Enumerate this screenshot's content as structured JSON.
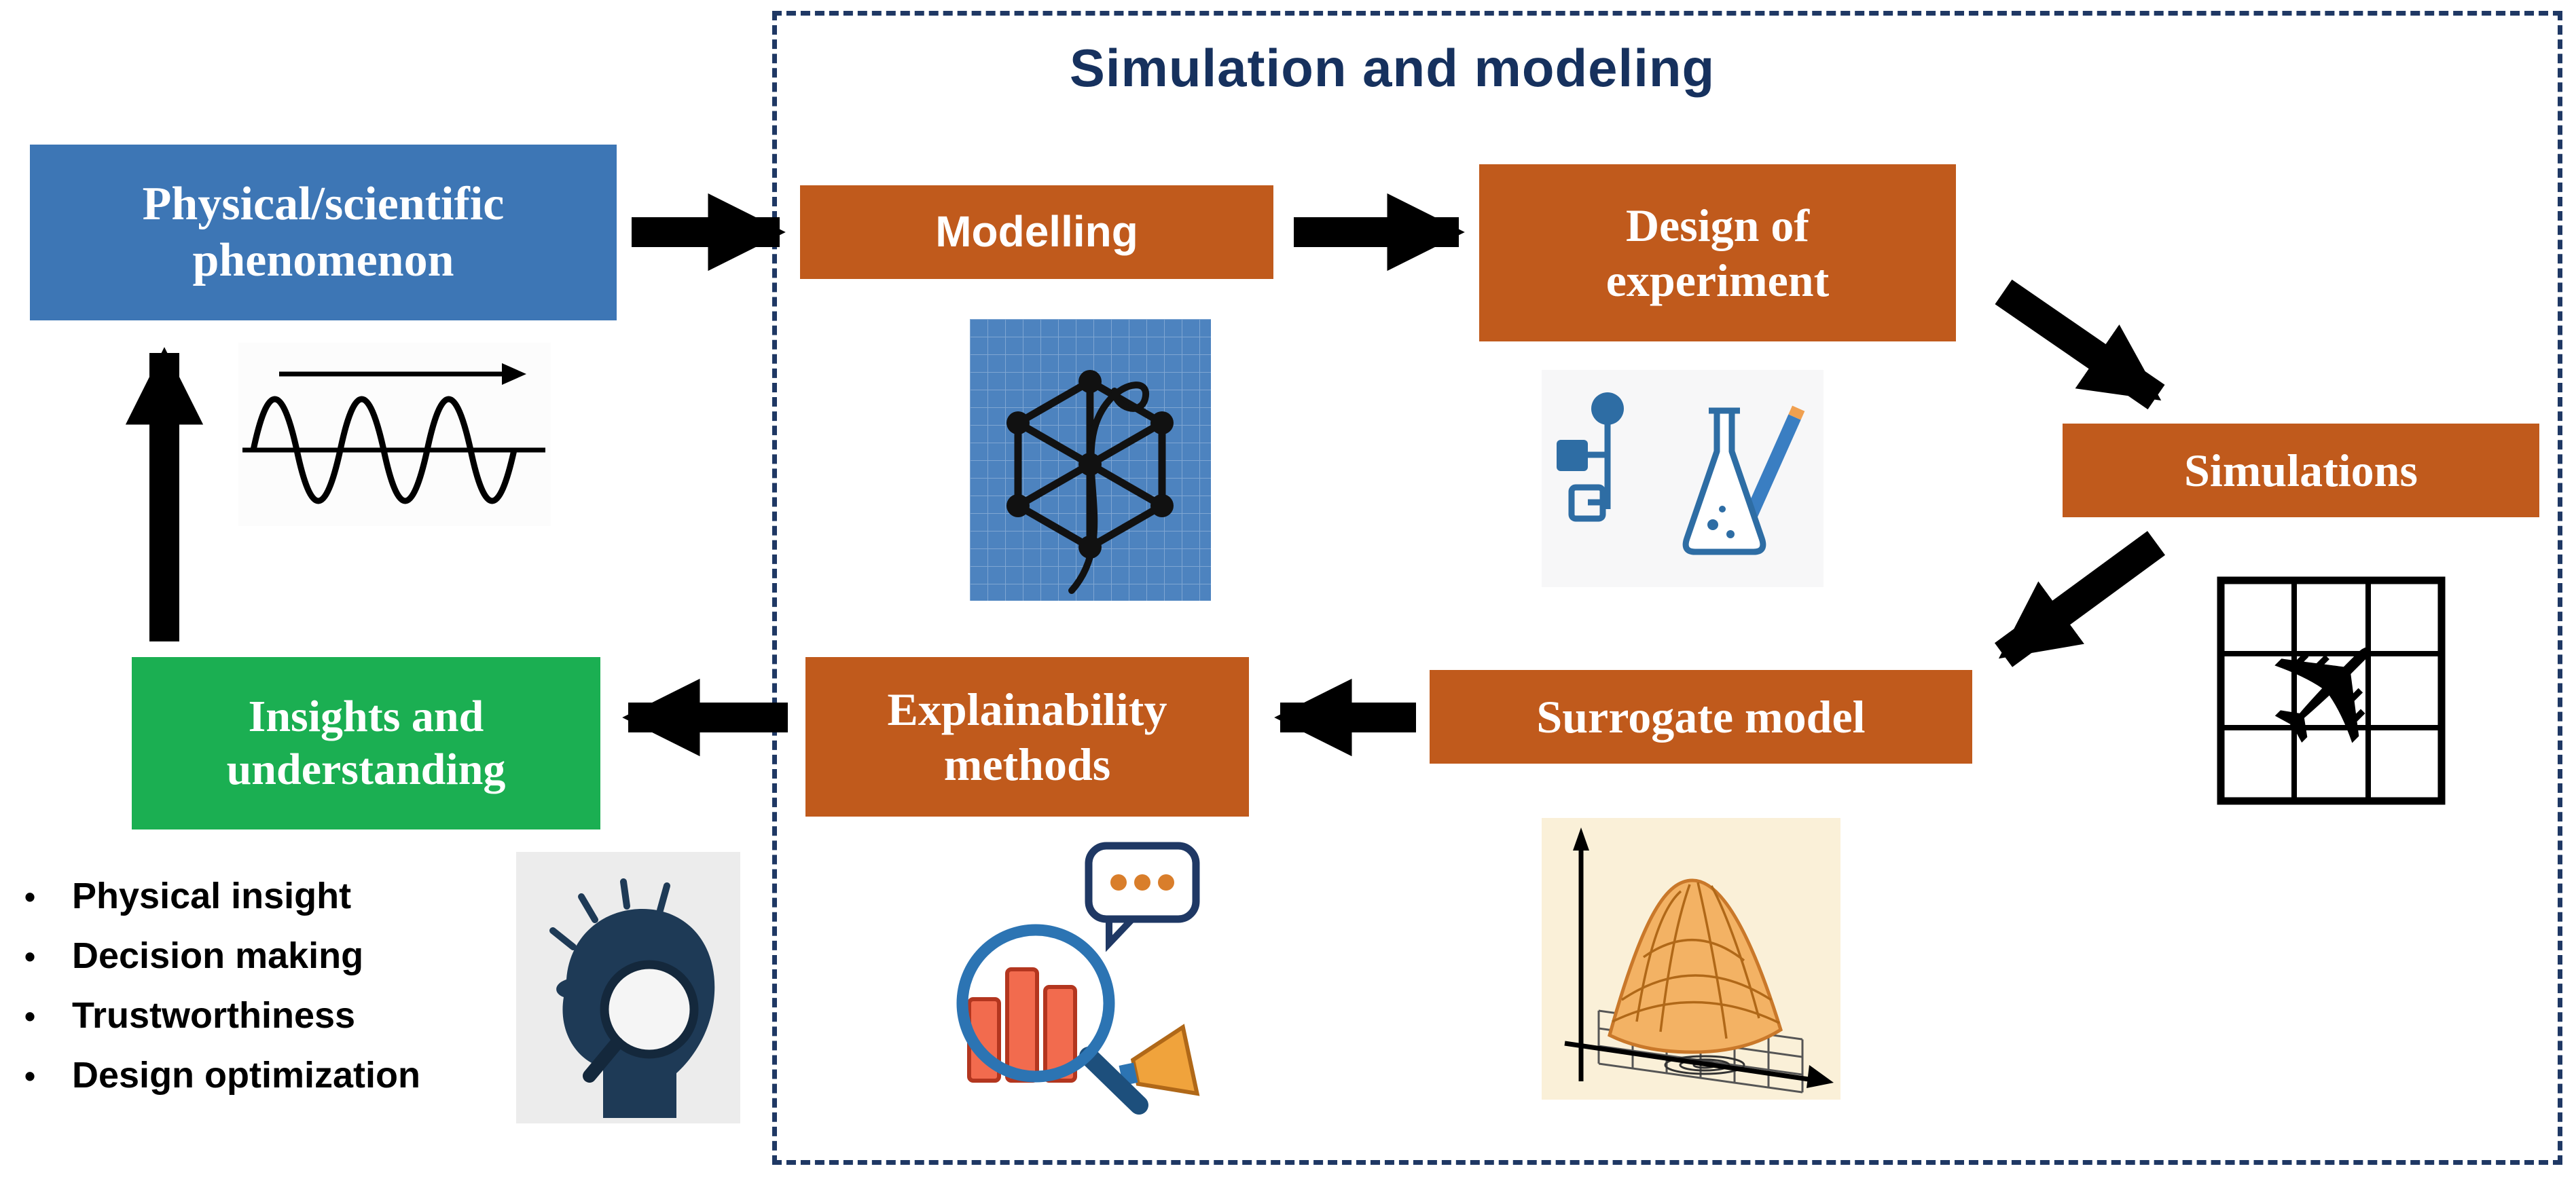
{
  "title": "Simulation and modeling",
  "nodes": {
    "phenomenon": "Physical/scientific phenomenon",
    "modelling": "Modelling",
    "design_of_experiment": "Design of experiment",
    "simulations": "Simulations",
    "surrogate_model": "Surrogate model",
    "explainability_methods": "Explainability methods",
    "insights": "Insights and understanding"
  },
  "list": {
    "marker": "•",
    "items": [
      "Physical insight",
      "Decision making",
      "Trustworthiness",
      "Design optimization"
    ]
  },
  "icons": {
    "sine_wave": "sine-wave-icon",
    "cube_model": "cube-wireframe-icon",
    "experiment": "flowchart-flask-icon",
    "airplane_grid": "airplane-grid-icon",
    "surface_plot": "gaussian-surface-icon",
    "explainability": "magnifier-chart-speech-icon",
    "insight_head": "thinking-head-magnifier-icon"
  },
  "colors": {
    "box_blue": "#3D76B5",
    "box_orange": "#C05A1C",
    "box_green": "#1BAF52",
    "navy": "#1F3864",
    "arrow_black": "#000000"
  }
}
